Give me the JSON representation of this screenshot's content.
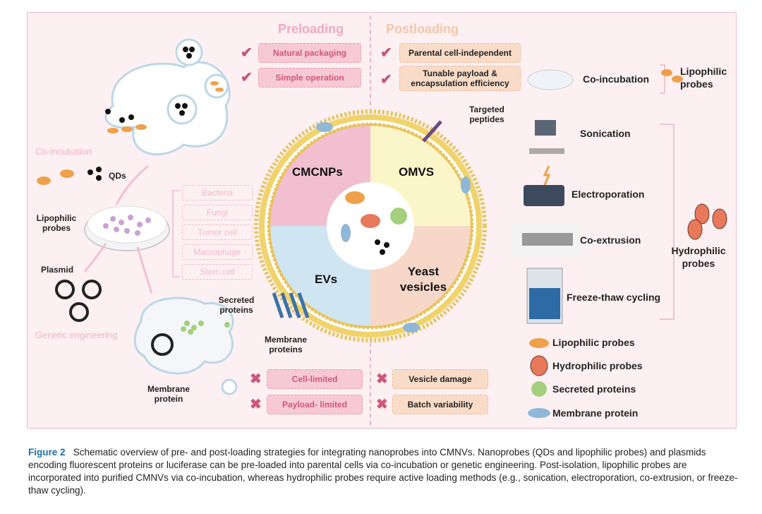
{
  "headers": {
    "preloading": "Preloading",
    "postloading": "Postloading"
  },
  "colors": {
    "preloading": "#f0a9bd",
    "postloading": "#f5c6a5",
    "panel_bg": "#fdf0f3",
    "check": "#c2567a",
    "caption_label": "#1b6fa8"
  },
  "preloading_pros": [
    "Natural packaging",
    "Simple operation"
  ],
  "postloading_pros": [
    "Parental cell-independent",
    "Tunable payload & encapsulation efficiency"
  ],
  "preloading_cons": [
    "Cell-limited",
    "Payload- limited"
  ],
  "postloading_cons": [
    "Vesicle damage",
    "Batch variability"
  ],
  "left": {
    "co_incubation": "Co-incubation",
    "qds": "QDs",
    "lipophilic_probes": "Lipophilic probes",
    "plasmid": "Plasmid",
    "genetic_engineering": "Genetic engineering",
    "secreted_proteins": "Secreted proteins",
    "membrane_protein": "Membrane protein",
    "membrane_proteins": "Membrane proteins",
    "cell_sources": [
      "Bacteria",
      "Fungi",
      "Tumor cell",
      "Macrophage",
      "Stem cell"
    ]
  },
  "center": {
    "quadrants": [
      "CMCNPs",
      "OMVS",
      "EVs",
      "Yeast vesicles"
    ],
    "targeted_peptides": "Targeted peptides"
  },
  "right": {
    "co_incubation": "Co-incubation",
    "lipophilic_probes": "Lipophilic probes",
    "hydrophilic_probes": "Hydrophilic probes",
    "methods": [
      "Sonication",
      "Electroporation",
      "Co-extrusion",
      "Freeze-thaw cycling"
    ]
  },
  "legend": [
    {
      "label": "Lipophilic probes",
      "icon": "lipophilic-probe-icon"
    },
    {
      "label": "Hydrophilic probes",
      "icon": "hydrophilic-probe-icon"
    },
    {
      "label": "Secreted proteins",
      "icon": "secreted-protein-icon"
    },
    {
      "label": "Membrane protein",
      "icon": "membrane-protein-icon"
    }
  ],
  "caption": {
    "label": "Figure 2",
    "text": "Schematic overview of pre- and post-loading strategies for integrating nanoprobes into CMNVs. Nanoprobes (QDs and lipophilic probes) and plasmids encoding fluorescent proteins or luciferase can be pre-loaded into parental cells via co-incubation or genetic engineering. Post-isolation, lipophilic probes are incorporated into purified CMNVs via co-incubation, whereas hydrophilic probes require active loading methods (e.g., sonication, electroporation, co-extrusion, or freeze-thaw cycling)."
  }
}
